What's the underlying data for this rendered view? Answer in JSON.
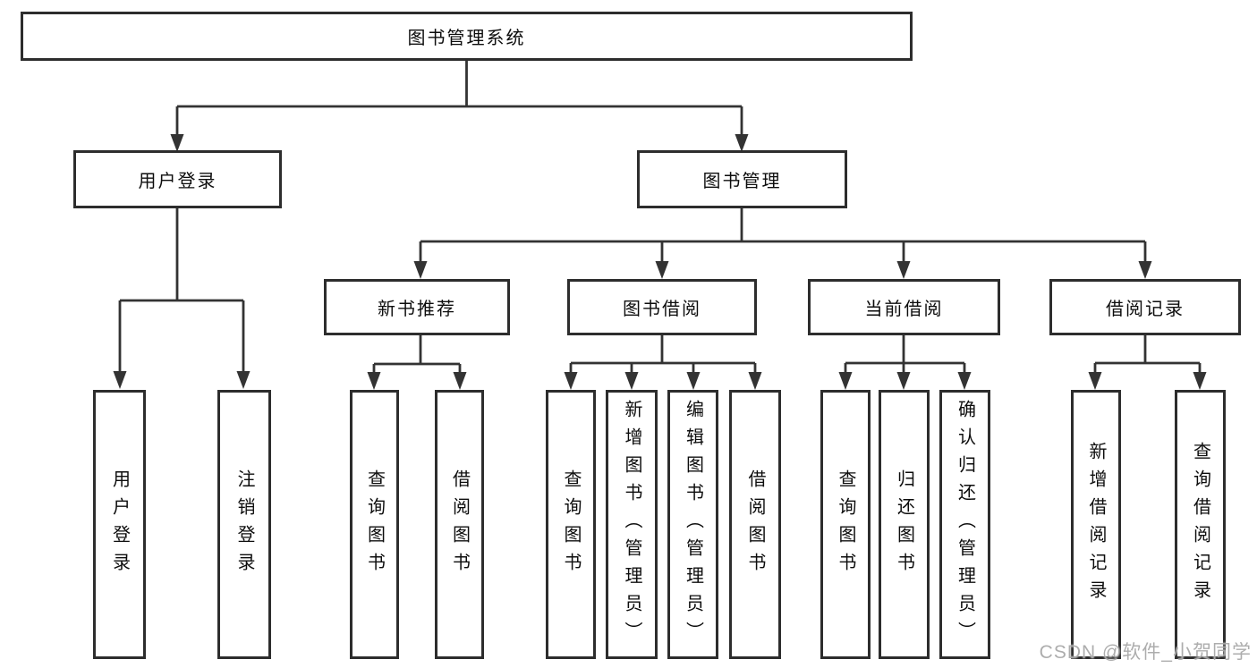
{
  "diagram": {
    "type": "hierarchy-tree",
    "colors": {
      "background": "#ffffff",
      "box_border": "#2d2d2d",
      "connector_line": "#333333",
      "text": "#0d0d0d",
      "watermark_text": "#a6a6a6"
    },
    "nodes": {
      "root": {
        "label": "图书管理系统"
      },
      "user_login": {
        "label": "用户登录"
      },
      "book_management": {
        "label": "图书管理"
      },
      "new_book_recommend": {
        "label": "新书推荐"
      },
      "book_borrow": {
        "label": "图书借阅"
      },
      "current_borrow": {
        "label": "当前借阅"
      },
      "borrow_record": {
        "label": "借阅记录"
      },
      "leaf_user_login": {
        "label": "用户登录"
      },
      "leaf_logout_login": {
        "label": "注销登录"
      },
      "leaf_query_books_rec": {
        "label": "查询图书"
      },
      "leaf_borrow_books_rec": {
        "label": "借阅图书"
      },
      "leaf_query_books_borrow": {
        "label": "查询图书"
      },
      "leaf_add_books": {
        "label": "新增图书（管理员）"
      },
      "leaf_edit_books": {
        "label": "编辑图书（管理员）"
      },
      "leaf_borrow_books_borrow": {
        "label": "借阅图书"
      },
      "leaf_query_books_current": {
        "label": "查询图书"
      },
      "leaf_return_books": {
        "label": "归还图书"
      },
      "leaf_confirm_return": {
        "label": "确认归还（管理员）"
      },
      "leaf_add_borrow_record": {
        "label": "新增借阅记录"
      },
      "leaf_query_borrow_record": {
        "label": "查询借阅记录"
      }
    },
    "edges": [
      "图书管理系统 -> 用户登录",
      "图书管理系统 -> 图书管理",
      "用户登录 -> 用户登录(叶), 注销登录",
      "图书管理 -> 新书推荐, 图书借阅, 当前借阅, 借阅记录",
      "新书推荐 -> 查询图书, 借阅图书",
      "图书借阅 -> 查询图书, 新增图书（管理员）, 编辑图书（管理员）, 借阅图书",
      "当前借阅 -> 查询图书, 归还图书, 确认归还（管理员）",
      "借阅记录 -> 新增借阅记录, 查询借阅记录"
    ],
    "watermark": {
      "text": "CSDN @软件_小贺同学"
    }
  }
}
